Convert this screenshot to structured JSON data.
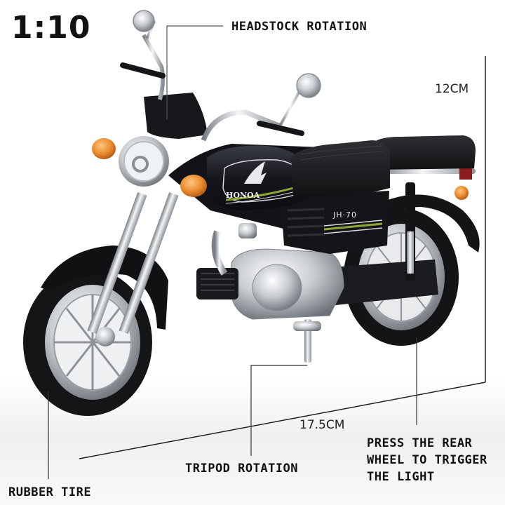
{
  "product": {
    "scale": "1:10",
    "tank_brand": "HONOA",
    "side_panel_model": "JH·70"
  },
  "callouts": {
    "headstock": "HEADSTOCK ROTATION",
    "rear_wheel_line1": "PRESS THE REAR",
    "rear_wheel_line2": "WHEEL TO TRIGGER",
    "rear_wheel_line3": "THE LIGHT",
    "tripod": "TRIPOD ROTATION",
    "tire": "RUBBER TIRE"
  },
  "dimensions": {
    "height": "12CM",
    "length": "17.5CM"
  },
  "colors": {
    "body": "#15161a",
    "chrome": "#c9cdd2",
    "indicator": "#e8892a",
    "stripe": "#8fa83a",
    "text": "#111111"
  }
}
